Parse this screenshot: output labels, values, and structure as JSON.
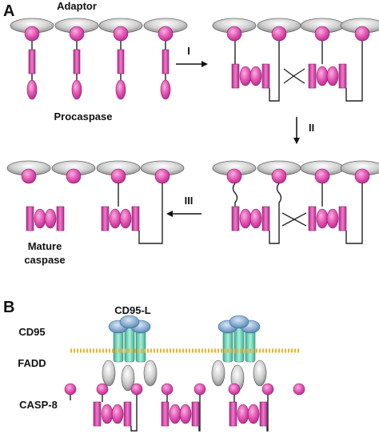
{
  "panel_a": {
    "letter": "A",
    "adaptor_label": "Adaptor",
    "procaspase_label": "Procaspase",
    "mature_label_line1": "Mature",
    "mature_label_line2": "caspase",
    "step_1": "I",
    "step_2": "II",
    "step_3": "III"
  },
  "panel_b": {
    "letter": "B",
    "ligand_label": "CD95-L",
    "receptor_label": "CD95",
    "fadd_label": "FADD",
    "casp8_label": "CASP-8"
  },
  "colors": {
    "adaptor": "#c9c9c9",
    "caspase": "#e254b2",
    "ligand": "#7fa6c9",
    "receptor": "#6fd3b6",
    "membrane": "#f2b22a"
  }
}
